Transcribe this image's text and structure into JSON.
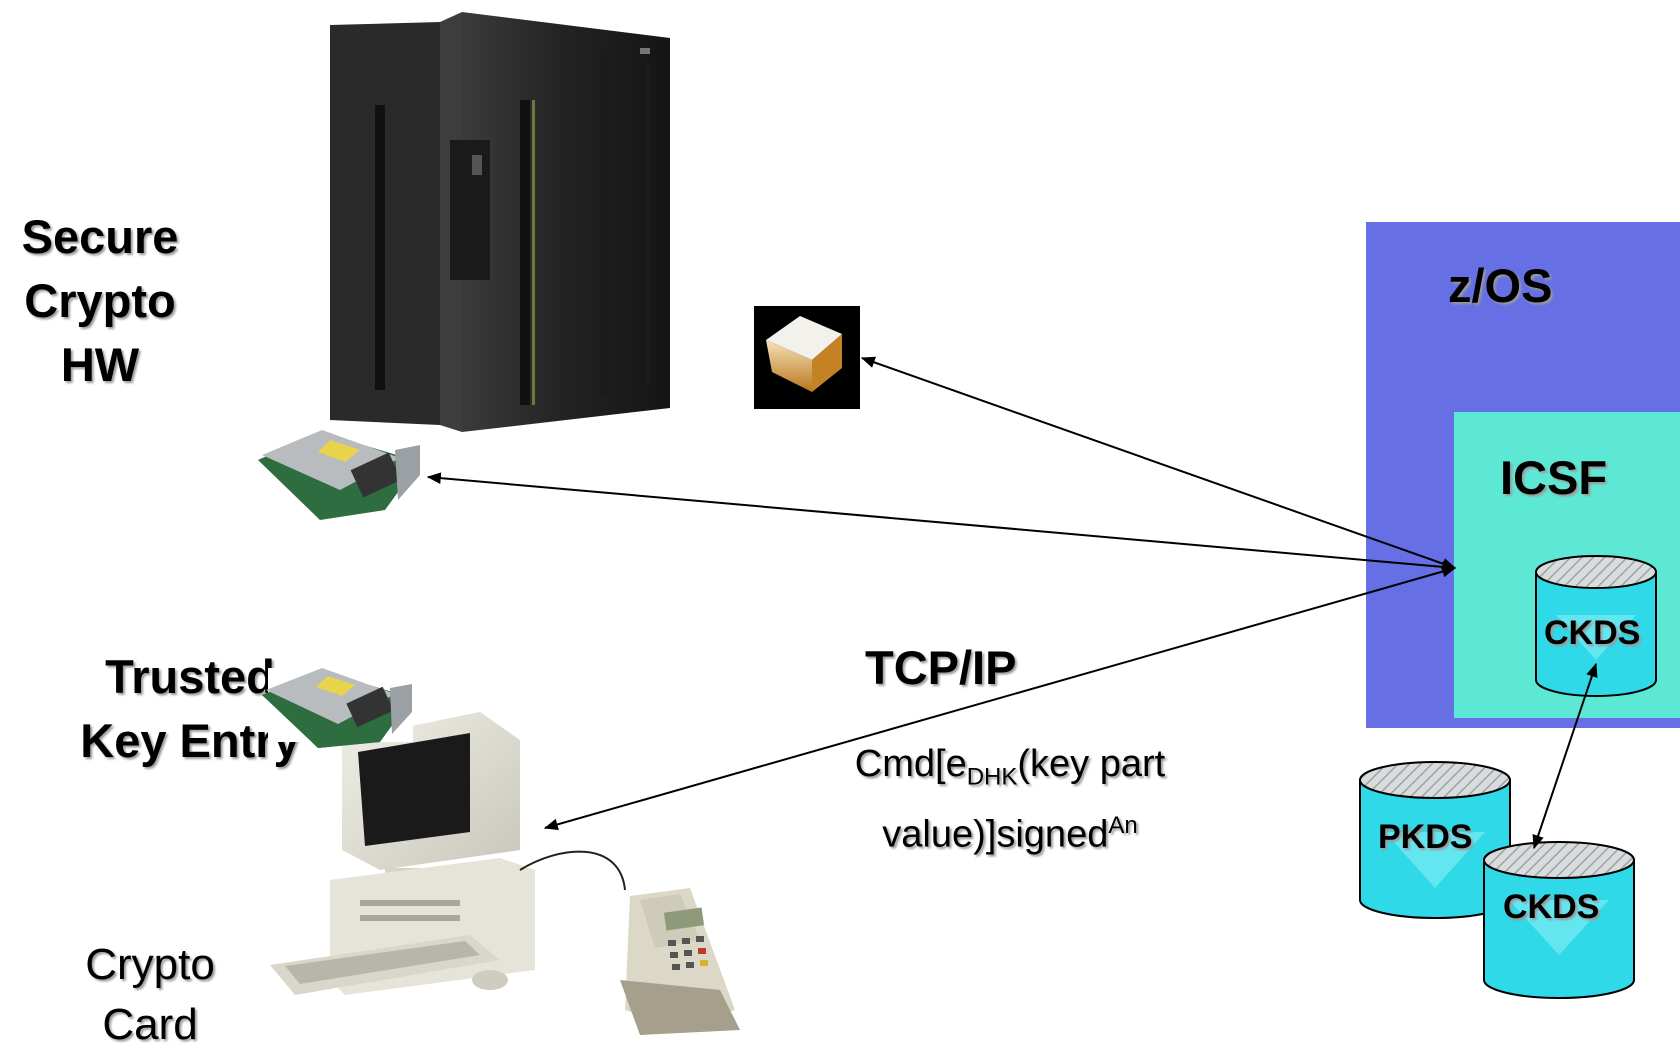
{
  "labels": {
    "secure_line1": "Secure",
    "secure_line2": "Crypto",
    "secure_line3": "HW",
    "tke_line1": "Trusted",
    "tke_line2": "Key Entry",
    "crypto_card_line1": "Crypto",
    "crypto_card_line2": "Card",
    "tcpip": "TCP/IP",
    "cmd_prefix": "Cmd[e",
    "cmd_sub": "DHK",
    "cmd_mid": "(key part",
    "cmd_line2": "value)]signed",
    "cmd_sup": "An"
  },
  "zos": {
    "title": "z/OS",
    "icsf": "ICSF",
    "ckds_inner": "CKDS"
  },
  "datasets": {
    "pkds": "PKDS",
    "ckds": "CKDS"
  },
  "colors": {
    "zos_box": "#6670e4",
    "icsf_box": "#5de8d5",
    "cylinder": "#2fd9e8",
    "arrow": "#000000"
  },
  "icons": [
    "mainframe-icon",
    "crypto-coprocessor-icon",
    "crypto-chip-icon",
    "workstation-icon",
    "smart-card-reader-icon",
    "database-cylinder-icon"
  ]
}
